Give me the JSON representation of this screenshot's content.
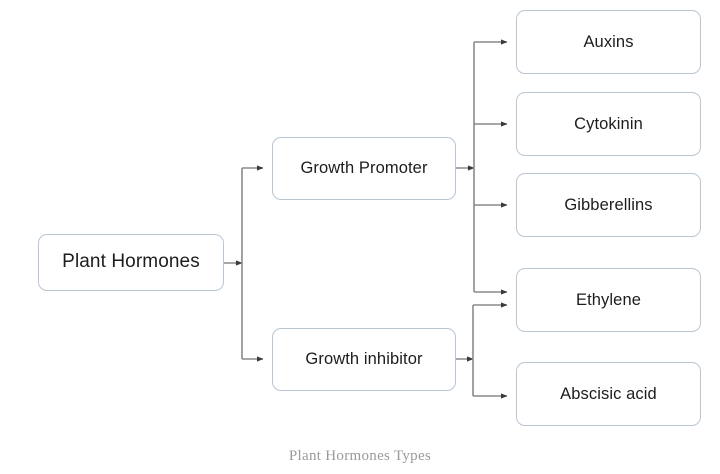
{
  "diagram": {
    "caption": "Plant Hormones Types",
    "background_color": "#ffffff",
    "box_border_color": "#b9c6d4",
    "box_fill_color": "#ffffff",
    "connector_color": "#8a8a8a",
    "text_color": "#1d1d1d",
    "caption_color": "#9a9a9a",
    "root": {
      "label": "Plant Hormones"
    },
    "branches": [
      {
        "id": "growth-promoter",
        "label": "Growth Promoter",
        "children": [
          "Auxins",
          "Cytokinin",
          "Gibberellins",
          "Ethylene"
        ]
      },
      {
        "id": "growth-inhibitor",
        "label": "Growth inhibitor",
        "children": [
          "Ethylene",
          "Abscisic acid"
        ]
      }
    ],
    "leaves": [
      {
        "id": "auxins",
        "label": "Auxins"
      },
      {
        "id": "cytokinin",
        "label": "Cytokinin"
      },
      {
        "id": "gibberellins",
        "label": "Gibberellins"
      },
      {
        "id": "ethylene",
        "label": "Ethylene"
      },
      {
        "id": "abscisic",
        "label": "Abscisic acid"
      }
    ]
  }
}
